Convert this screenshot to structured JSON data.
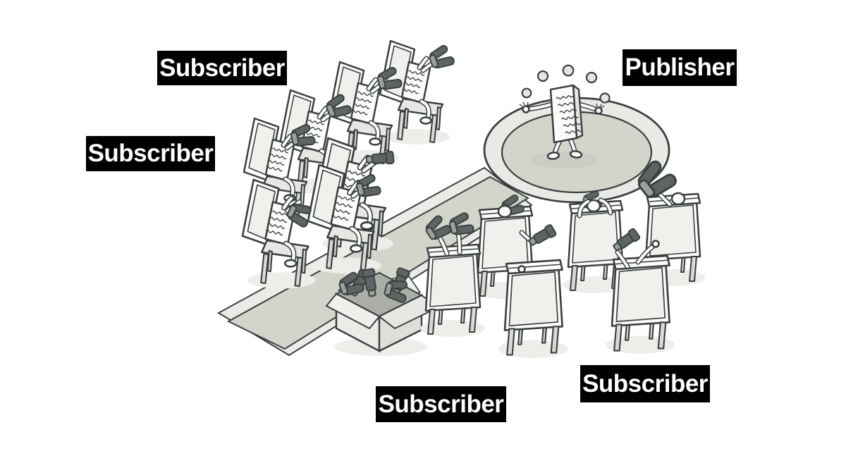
{
  "diagram": {
    "topic": "publish-subscribe pattern illustration",
    "labels": {
      "publisher": {
        "text": "Publisher"
      },
      "subscriber_top_left": {
        "text": "Subscriber"
      },
      "subscriber_left": {
        "text": "Subscriber"
      },
      "subscriber_bottom_center": {
        "text": "Subscriber"
      },
      "subscriber_bottom_right": {
        "text": "Subscriber"
      }
    },
    "scene": {
      "publisher_figure": "document character juggling balls on a round stage",
      "juggling_ball_count": 5,
      "stage": "elliptical podium",
      "walkway": "path leading from the foreground up to the stage",
      "supply_box": "open cardboard box filled with binoculars and telescopes",
      "subscriber_groups": [
        {
          "position": "top-left",
          "chair_count": 7,
          "activity": "document characters seated on chairs watching through binoculars and a telescope"
        },
        {
          "position": "bottom-center",
          "chair_count": 3,
          "activity": "characters seen from behind raising binoculars toward the stage"
        },
        {
          "position": "bottom-right",
          "chair_count": 3,
          "activity": "characters seen from behind watching through binoculars and a telescope"
        }
      ]
    },
    "colors": {
      "label_bg": "#000000",
      "label_text": "#ffffff",
      "outline": "#3a4040",
      "paper": "#fcfcfb",
      "light_fill": "#f0f0ed",
      "mid_fill": "#e6e6e2",
      "leg_fill": "#d9d9d5",
      "stage_rim": "#e9e9e6",
      "stage_floor": "#d3d5cb",
      "path_surface": "#d3d5cb",
      "path_border": "#ebebe8",
      "box_inside": "#aaaea6",
      "binocular_dark": "#5d6464",
      "binocular_mid": "#9aa09c",
      "ball_fill": "#e4e6df",
      "shadow": "#ededea"
    }
  }
}
